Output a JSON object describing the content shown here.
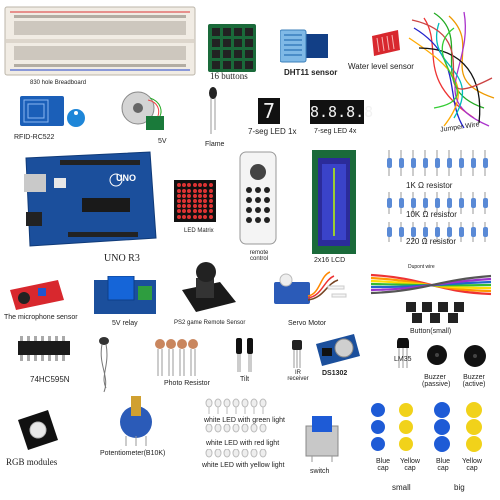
{
  "labels": {
    "breadboard": "830 hole Breadboard",
    "buttons16": "16 buttons",
    "dht11": "DHT11 sensor",
    "water": "Water level sensor",
    "rfid": "RFID-RC522",
    "stepper": "5V",
    "flame": "Flame",
    "seg1": "7-seg LED 1x",
    "seg4": "7-seg LED 4x",
    "jumper": "Jumper Wire",
    "uno_board": "UNO",
    "uno": "UNO R3",
    "ledmatrix": "LED Matrix",
    "remote": "remote control",
    "lcd": "2x16 LCD",
    "r1k": "1K Ω resistor",
    "r10k": "10K Ω resistor",
    "r220": "220 Ω resistor",
    "dupont": "Dupont wire",
    "mic": "The microphone sensor",
    "relay": "5V relay",
    "joystick": "PS2 game Remote Sensor",
    "servo": "Servo Motor",
    "button_small": "Button(small)",
    "ic595": "74HC595N",
    "photo": "Photo Resistor",
    "tilt": "Tilt",
    "ir": "IR receiver",
    "ds1302": "DS1302",
    "lm35": "LM35",
    "buzzer_p": "Buzzer (passive)",
    "buzzer_a": "Buzzer (active)",
    "rgb": "RGB modules",
    "pot": "Potentiometer(B10K)",
    "led_green": "white LED with green light",
    "led_red": "white LED with red light",
    "led_yellow": "white LED with yellow light",
    "switch": "switch",
    "blue_cap1": "Blue cap",
    "yellow_cap1": "Yellow cap",
    "blue_cap2": "Blue cap",
    "yellow_cap2": "Yellow cap",
    "small": "small",
    "big": "big"
  },
  "seg_digits": {
    "one": "7",
    "four": "8.8.8.8"
  },
  "colors": {
    "pcb_blue": "#1b4f9c",
    "pcb_dark": "#0f3a78",
    "red_pcb": "#d8282e",
    "breadboard": "#f1ece4",
    "lcd_green": "#9acd32",
    "cap_blue": "#1e5bd6",
    "cap_yellow": "#f1d21a"
  },
  "icons": {
    "breadboard": "breadboard-icon",
    "keypad": "keypad-icon",
    "dht11": "temperature-sensor-icon",
    "water": "water-sensor-icon",
    "jumper": "wire-bundle-icon"
  }
}
